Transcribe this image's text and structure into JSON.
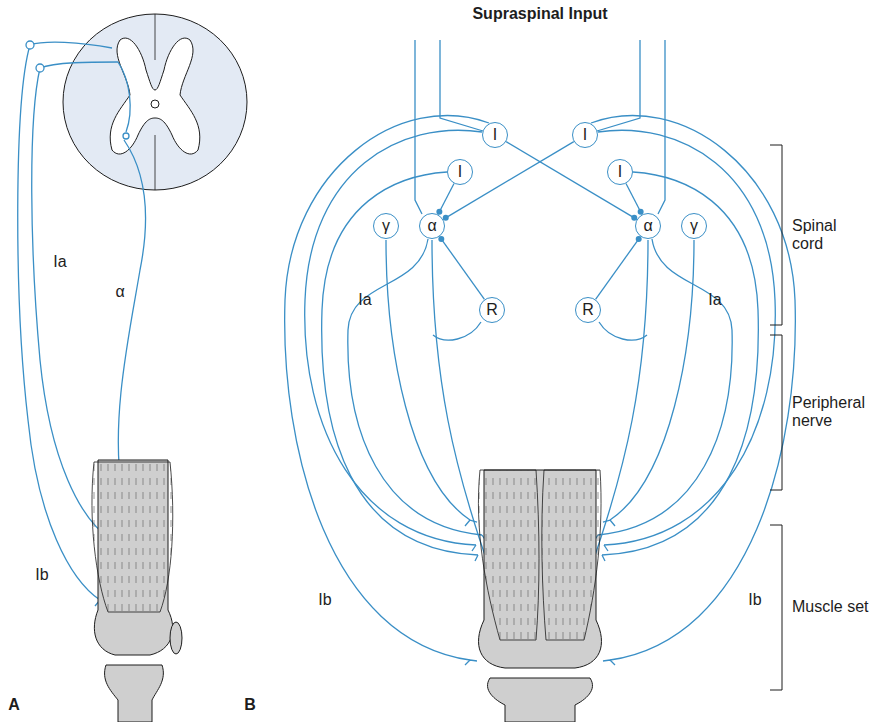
{
  "diagram": {
    "nodes": [
      {
        "text": [
          "I"
        ]
      },
      {
        "text": [
          "I"
        ]
      },
      {
        "text": [
          "I"
        ]
      },
      {
        "text": [
          "I"
        ]
      },
      {
        "text": [
          "γ"
        ]
      },
      {
        "text": [
          "α"
        ]
      },
      {
        "text": [
          "α"
        ]
      },
      {
        "text": [
          "γ"
        ]
      },
      {
        "text": [
          "R"
        ]
      },
      {
        "text": [
          "R"
        ]
      }
    ],
    "edges": [
      {
        "from": 0,
        "to": 6,
        "arrow": "none"
      },
      {
        "from": 1,
        "to": 5,
        "arrow": "none"
      },
      {
        "from": 2,
        "to": 5,
        "arrow": "none"
      },
      {
        "from": 3,
        "to": 6,
        "arrow": "none"
      },
      {
        "from": 8,
        "to": 5,
        "arrow": "none"
      },
      {
        "from": 9,
        "to": 6,
        "arrow": "none"
      }
    ],
    "labels": [
      "A",
      "B",
      "Supraspinal Input",
      "Ia",
      "α",
      "Ib",
      "Ia",
      "Ia",
      "Ib",
      "Ib",
      "Spinal cord",
      "Peripheral nerve",
      "Muscle set"
    ]
  }
}
